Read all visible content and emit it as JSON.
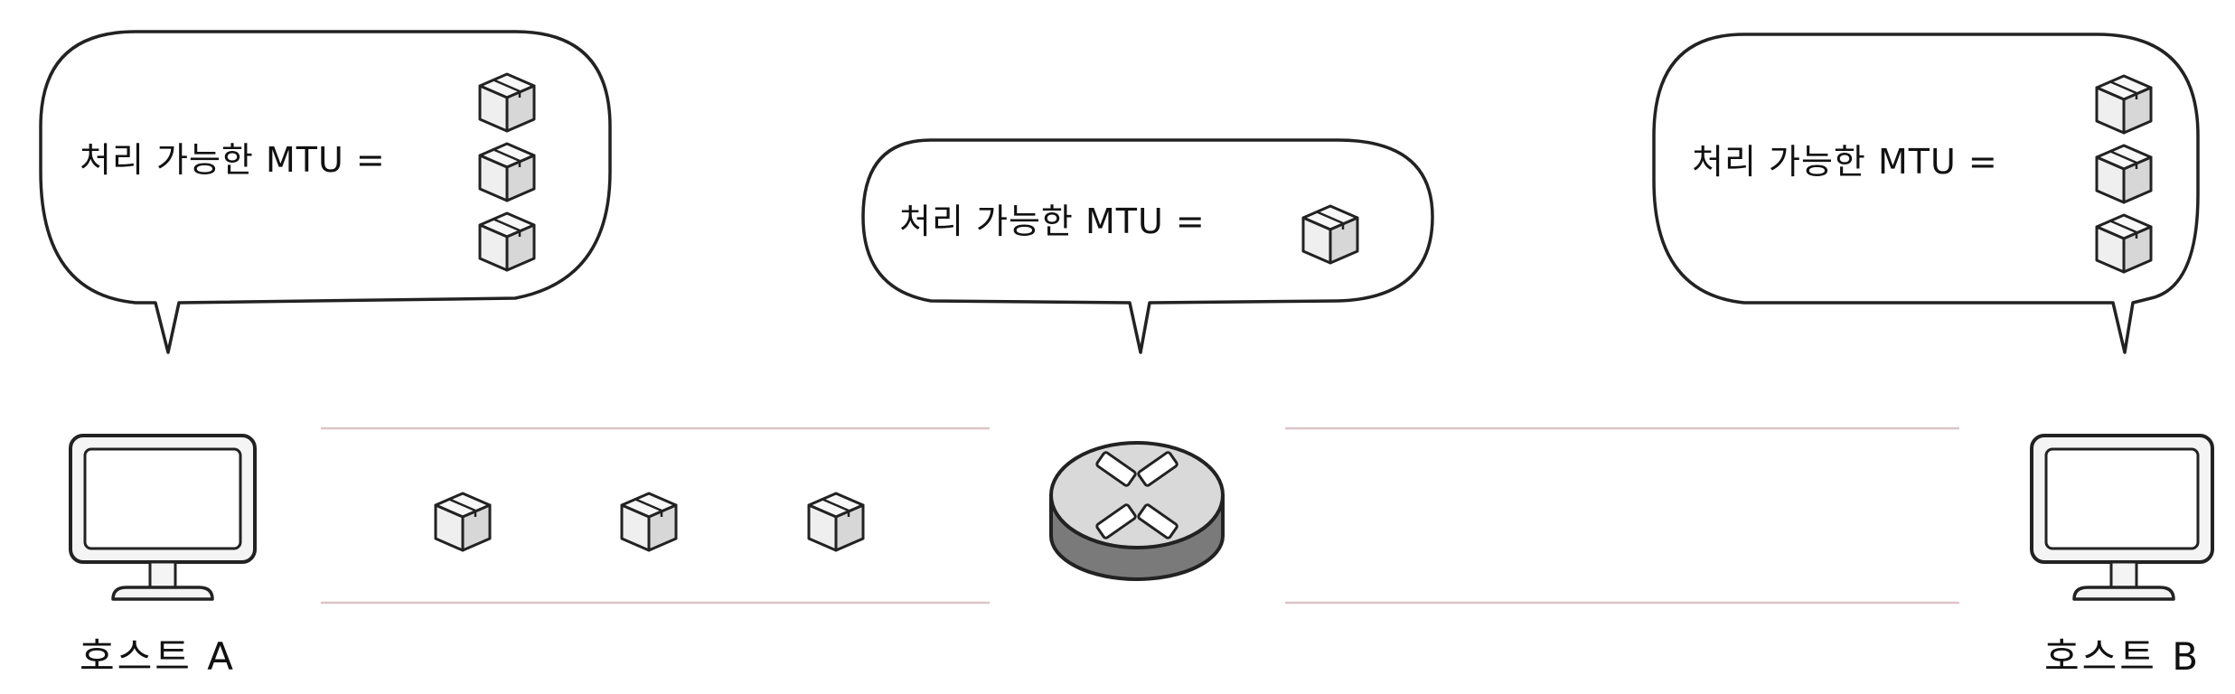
{
  "bubbles": {
    "host_a": {
      "text": "처리 가능한 MTU =",
      "packet_count": 3
    },
    "router": {
      "text": "처리 가능한 MTU =",
      "packet_count": 1
    },
    "host_b": {
      "text": "처리 가능한 MTU =",
      "packet_count": 3
    }
  },
  "hosts": {
    "a": {
      "label": "호스트 A",
      "icon": "monitor-icon"
    },
    "b": {
      "label": "호스트 B",
      "icon": "monitor-icon"
    }
  },
  "router": {
    "icon": "router-icon"
  },
  "link_a_to_router": {
    "packets_in_transit": 3,
    "icon": "packet-box-icon"
  },
  "link_router_to_b": {
    "packets_in_transit": 0
  },
  "colors": {
    "link_line": "#dcc4c8",
    "outline": "#222222",
    "box_fill": "#efefef",
    "router_top": "#d9d9d9",
    "router_side": "#7a7a7a"
  }
}
